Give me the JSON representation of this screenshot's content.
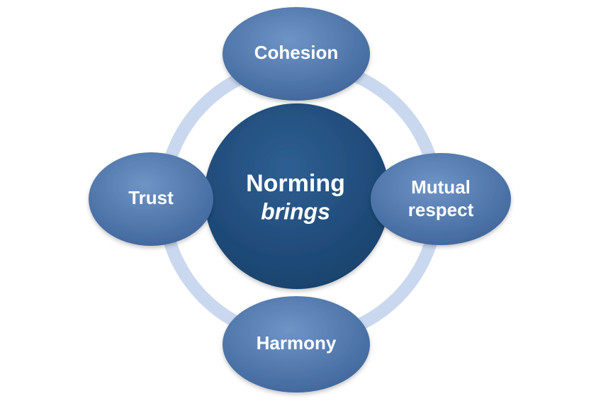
{
  "diagram": {
    "center": {
      "line1": "Norming",
      "line2": "brings"
    },
    "nodes": {
      "top": "Cohesion",
      "right_line1": "Mutual",
      "right_line2": "respect",
      "bottom": "Harmony",
      "left": "Trust"
    },
    "colors": {
      "ring": "#c9d8ee",
      "node_fill": "#4a74a8",
      "center_fill": "#1f4f7e",
      "text": "#ffffff"
    }
  }
}
